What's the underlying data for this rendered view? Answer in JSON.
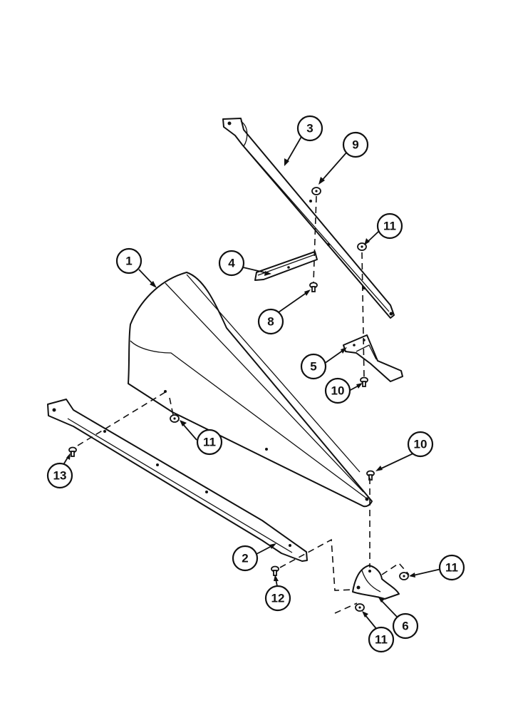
{
  "callouts": [
    {
      "id": "c1",
      "label": "1"
    },
    {
      "id": "c2",
      "label": "2"
    },
    {
      "id": "c3",
      "label": "3"
    },
    {
      "id": "c4",
      "label": "4"
    },
    {
      "id": "c5",
      "label": "5"
    },
    {
      "id": "c6",
      "label": "6"
    },
    {
      "id": "c8",
      "label": "8"
    },
    {
      "id": "c9",
      "label": "9"
    },
    {
      "id": "c10a",
      "label": "10"
    },
    {
      "id": "c10b",
      "label": "10"
    },
    {
      "id": "c11a",
      "label": "11"
    },
    {
      "id": "c11b",
      "label": "11"
    },
    {
      "id": "c11c",
      "label": "11"
    },
    {
      "id": "c11d",
      "label": "11"
    },
    {
      "id": "c12",
      "label": "12"
    },
    {
      "id": "c13",
      "label": "13"
    }
  ]
}
